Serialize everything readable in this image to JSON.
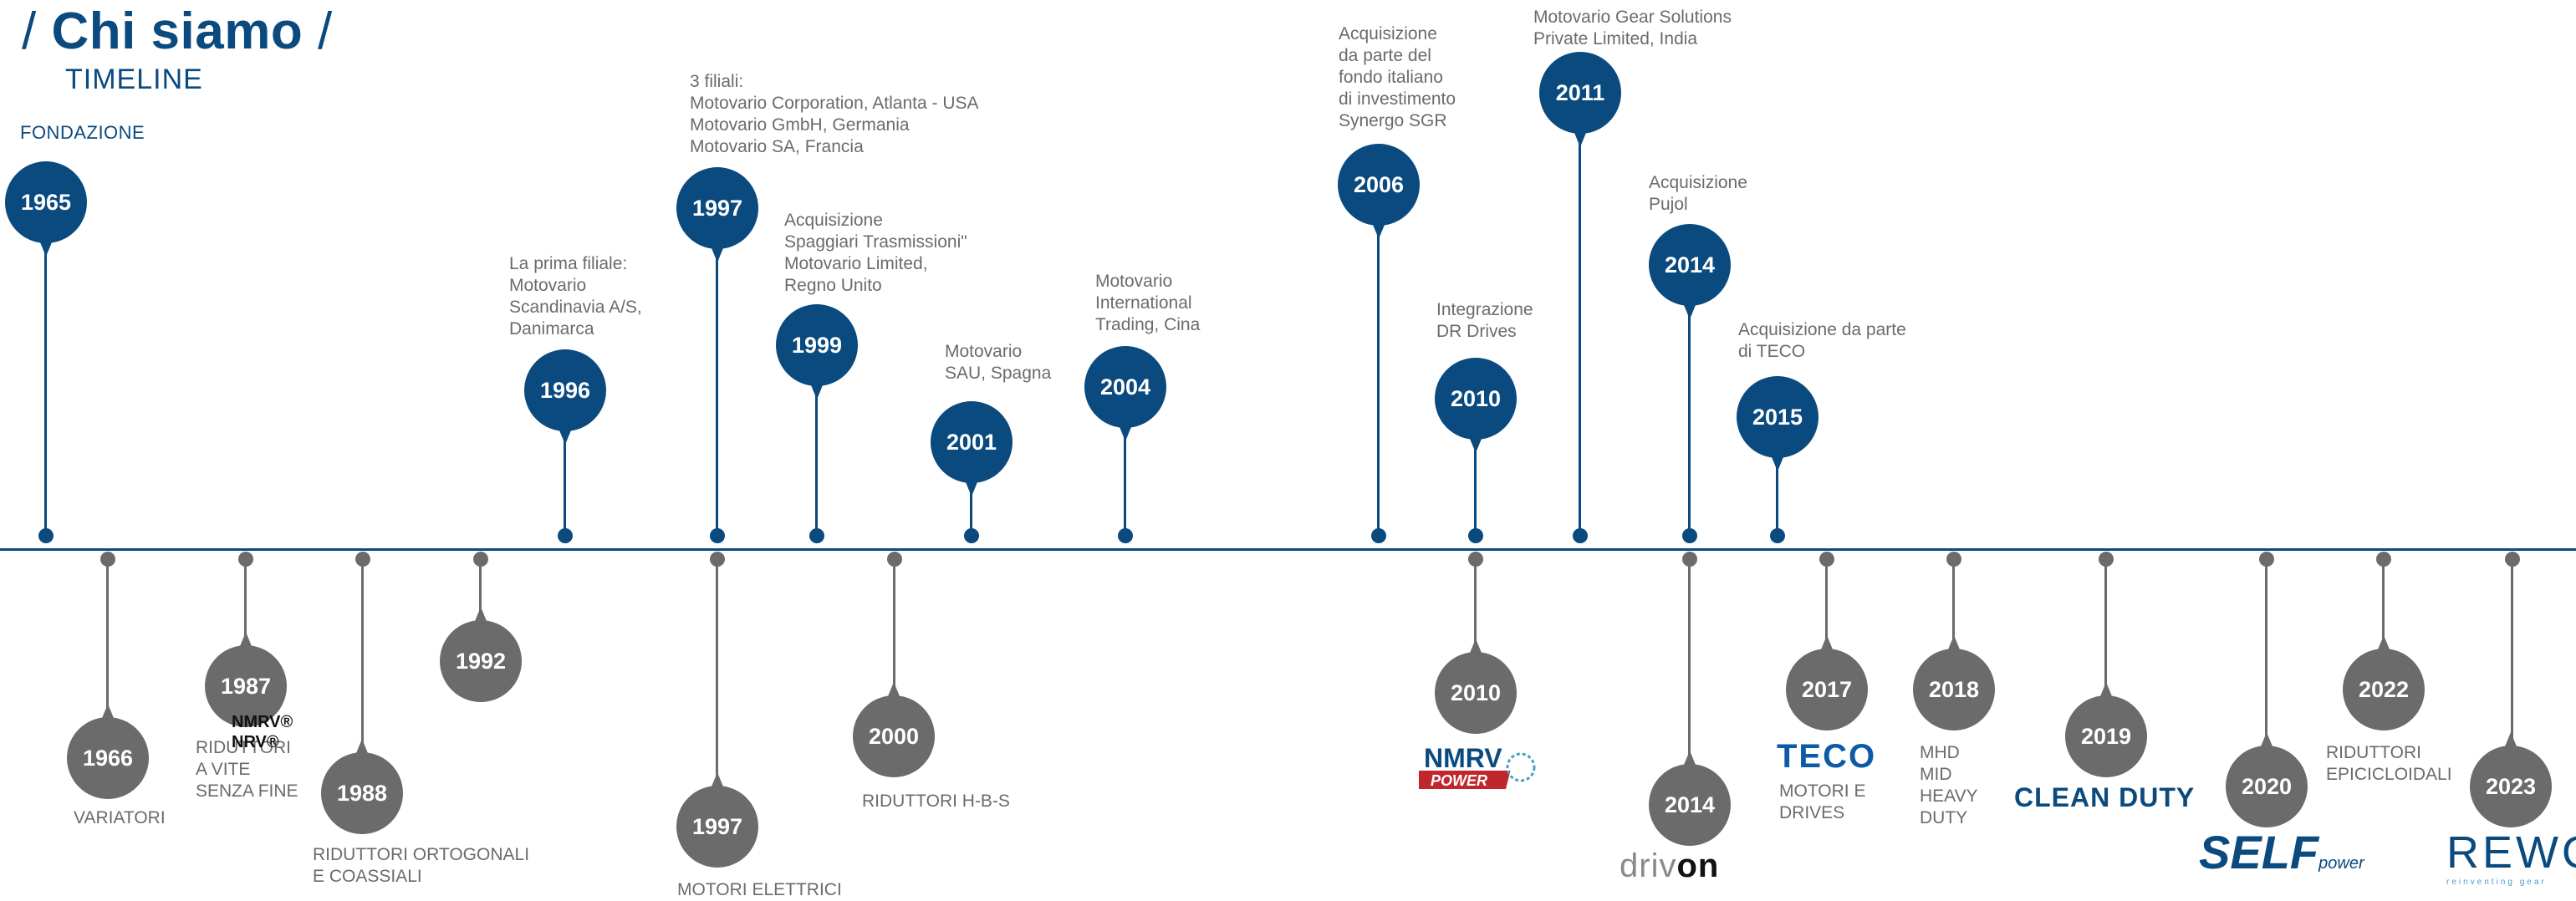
{
  "header": {
    "title": "Chi siamo",
    "subtitle": "TIMELINE",
    "founding_label": "FONDAZIONE"
  },
  "colors": {
    "primary": "#0a4a7f",
    "secondary": "#6b6b6b"
  },
  "above": [
    {
      "year": "1965",
      "note": ""
    },
    {
      "year": "1996",
      "note": "La prima filiale:\nMotovario\nScandinavia A/S,\nDanimarca"
    },
    {
      "year": "1997",
      "note": "3 filiali:\nMotovario Corporation, Atlanta - USA\nMotovario GmbH, Germania\nMotovario SA, Francia"
    },
    {
      "year": "1999",
      "note": "Acquisizione\nSpaggiari Trasmissioni\"\nMotovario Limited,\nRegno Unito"
    },
    {
      "year": "2001",
      "note": "Motovario\nSAU, Spagna"
    },
    {
      "year": "2004",
      "note": "Motovario\nInternational\nTrading, Cina"
    },
    {
      "year": "2006",
      "note": "Acquisizione\nda parte del\nfondo italiano\ndi investimento\nSynergo SGR"
    },
    {
      "year": "2010",
      "note": "Integrazione\nDR Drives"
    },
    {
      "year": "2011",
      "note": "Motovario Gear Solutions\nPrivate Limited, India"
    },
    {
      "year": "2014",
      "note": "Acquisizione\nPujol"
    },
    {
      "year": "2015",
      "note": "Acquisizione da parte\ndi TECO"
    }
  ],
  "below": [
    {
      "year": "1966",
      "note": "VARIATORI"
    },
    {
      "year": "1987",
      "note": "RIDUTTORI\nA VITE\nSENZA FINE"
    },
    {
      "year": "1988",
      "note": "RIDUTTORI ORTOGONALI\nE COASSIALI"
    },
    {
      "year": "1992",
      "note": "NMRV®\nNRV®"
    },
    {
      "year": "1997",
      "note": "MOTORI ELETTRICI"
    },
    {
      "year": "2000",
      "note": "RIDUTTORI H-B-S"
    },
    {
      "year": "2010",
      "note": ""
    },
    {
      "year": "2014",
      "note": ""
    },
    {
      "year": "2017",
      "note": "MOTORI E\nDRIVES"
    },
    {
      "year": "2018",
      "note": "MHD\nMID\nHEAVY\nDUTY"
    },
    {
      "year": "2019",
      "note": ""
    },
    {
      "year": "2020",
      "note": ""
    },
    {
      "year": "2022",
      "note": "RIDUTTORI\nEPICICLOIDALI"
    },
    {
      "year": "2023",
      "note": ""
    }
  ],
  "logos": {
    "nmrv_top": "NMRV",
    "nmrv_bottom": "POWER",
    "teco": "TECO",
    "drivon_light": "driv",
    "drivon_dark": "on",
    "clean_duty": "CLEAN DUTY",
    "self": "SELF",
    "self_power": "power",
    "rewo": "REWO",
    "rewo_tag": "reinventing gear"
  }
}
